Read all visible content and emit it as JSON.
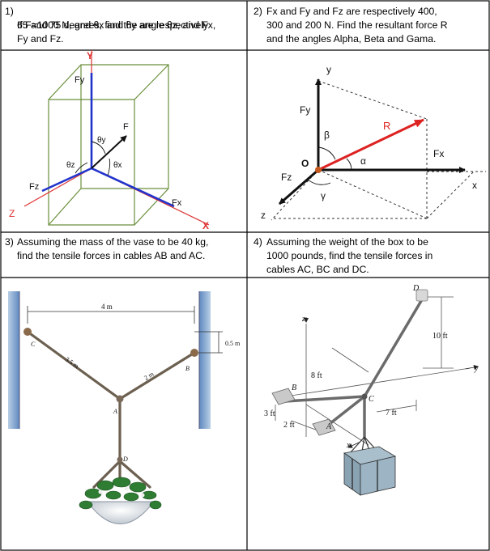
{
  "problems": [
    {
      "number": "1)",
      "lines": [
        "If F=1000 N, and θx and θy are respectively",
        "65 and 75 degrees, find the angle θz, and Fx,",
        "Fy and Fz."
      ],
      "labels": {
        "y_axis": "Y",
        "x_axis": "X",
        "z_axis": "Z",
        "fy": "Fy",
        "fx": "Fx",
        "fz": "Fz",
        "f": "F",
        "theta_y": "θy",
        "theta_x": "θx",
        "theta_z": "θz"
      }
    },
    {
      "number": "2)",
      "lines": [
        "Fx and Fy and Fz are respectively 400,",
        "300 and 200 N. Find the resultant force R",
        "and the angles Alpha, Beta and Gama."
      ],
      "labels": {
        "y_axis": "y",
        "x_axis": "x",
        "z_axis": "z",
        "fy": "Fy",
        "fx": "Fx",
        "fz": "Fz",
        "r": "R",
        "origin": "O",
        "alpha": "α",
        "beta": "β",
        "gamma": "γ"
      }
    },
    {
      "number": "3)",
      "lines": [
        "Assuming the mass of the vase to be 40 kg,",
        "find the tensile forces in cables AB and AC."
      ],
      "labels": {
        "span": "4 m",
        "drop": "0.5 m",
        "cable_ac": "3.5 m",
        "cable_ab": "2 m",
        "c": "C",
        "b": "B",
        "a": "A",
        "d": "D"
      }
    },
    {
      "number": "4)",
      "lines": [
        "Assuming the weight of the box to be",
        "1000 pounds, find the tensile forces in",
        "cables AC, BC and DC."
      ],
      "labels": {
        "d": "D",
        "height": "10 ft",
        "z": "z",
        "y": "y",
        "x": "x",
        "b": "B",
        "c": "C",
        "a": "A",
        "d8": "8 ft",
        "d7": "7 ft",
        "d3": "3 ft",
        "d2": "2 ft"
      }
    }
  ]
}
